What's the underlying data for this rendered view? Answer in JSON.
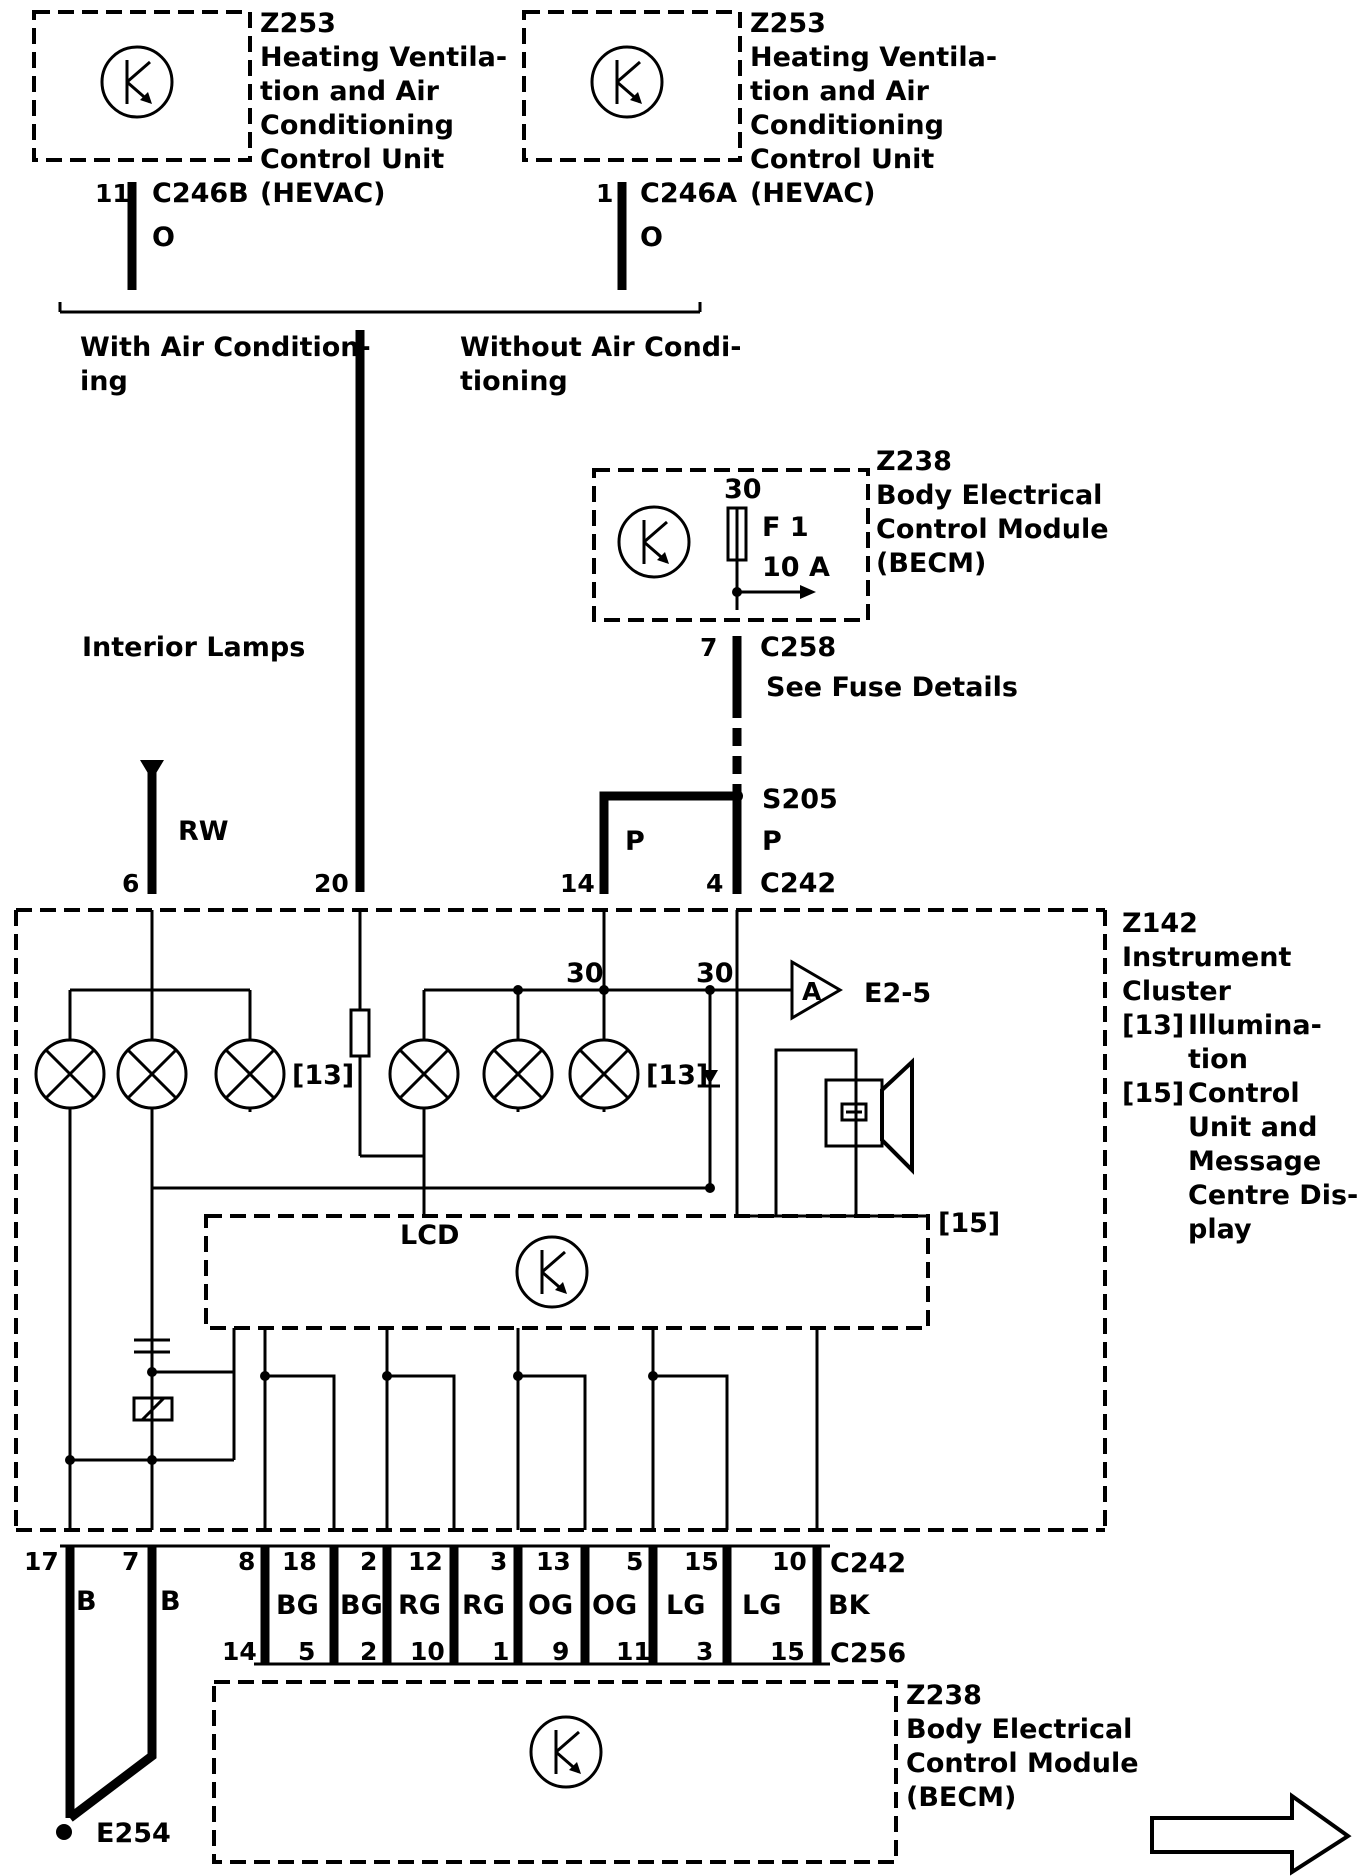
{
  "hevac_left": {
    "id": "Z253",
    "name_lines": [
      "Heating Ventila-",
      "tion and Air",
      "Conditioning",
      "Control Unit",
      "(HEVAC)"
    ],
    "pin": "11",
    "connector": "C246B",
    "wire": "O"
  },
  "hevac_right": {
    "id": "Z253",
    "name_lines": [
      "Heating Ventila-",
      "tion and Air",
      "Conditioning",
      "Control Unit",
      "(HEVAC)"
    ],
    "pin": "1",
    "connector": "C246A",
    "wire": "O"
  },
  "options": {
    "with_ac": [
      "With Air Condition-",
      "ing"
    ],
    "without_ac": [
      "Without Air Condi-",
      "tioning"
    ]
  },
  "becm_top": {
    "id": "Z238",
    "name_lines": [
      "Body Electrical",
      "Control Module",
      "(BECM)"
    ],
    "fuse_terminal": "30",
    "fuse_name": "F 1",
    "fuse_rating": "10 A",
    "pin": "7",
    "connector": "C258",
    "note": "See Fuse Details"
  },
  "interior_lamps": "Interior Lamps",
  "splice": {
    "id": "S205",
    "wire": "P"
  },
  "c242_top": {
    "connector": "C242",
    "pins": [
      "6",
      "20",
      "14",
      "4"
    ],
    "wires": {
      "rw": "RW",
      "p": "P"
    }
  },
  "cluster": {
    "id": "Z142",
    "name_lines": [
      "Instrument",
      "Cluster"
    ],
    "legend": [
      {
        "ref": "[13]",
        "lines": [
          "Illumina-",
          "tion"
        ]
      },
      {
        "ref": "[15]",
        "lines": [
          "Control",
          "Unit and",
          "Message",
          "Centre Dis-",
          "play"
        ]
      }
    ],
    "terminal_a": "30",
    "terminal_b": "30",
    "lamp_ref": "[13]",
    "unit_ref": "[15]",
    "lcd_label": "LCD",
    "ref_arrow": {
      "letter": "A",
      "target": "E2-5"
    }
  },
  "bottom": {
    "c242_label": "C242",
    "c256_label": "C256",
    "ground_wires": [
      {
        "pin": "17",
        "color": "B"
      },
      {
        "pin": "7",
        "color": "B"
      }
    ],
    "ground": "E254",
    "wires": [
      {
        "top": "8",
        "color": "",
        "bottom": "14"
      },
      {
        "top": "18",
        "color": "BG",
        "bottom": "5"
      },
      {
        "top": "2",
        "color": "BG",
        "bottom": "2"
      },
      {
        "top": "12",
        "color": "RG",
        "bottom": "10"
      },
      {
        "top": "3",
        "color": "RG",
        "bottom": "1"
      },
      {
        "top": "13",
        "color": "OG",
        "bottom": "9"
      },
      {
        "top": "5",
        "color": "OG",
        "bottom": "11"
      },
      {
        "top": "15",
        "color": "LG",
        "bottom": "3"
      },
      {
        "top": "",
        "color": "LG",
        "bottom": ""
      },
      {
        "top": "10",
        "color": "BK",
        "bottom": "15"
      }
    ]
  },
  "becm_bottom": {
    "id": "Z238",
    "name_lines": [
      "Body Electrical",
      "Control Module",
      "(BECM)"
    ]
  }
}
